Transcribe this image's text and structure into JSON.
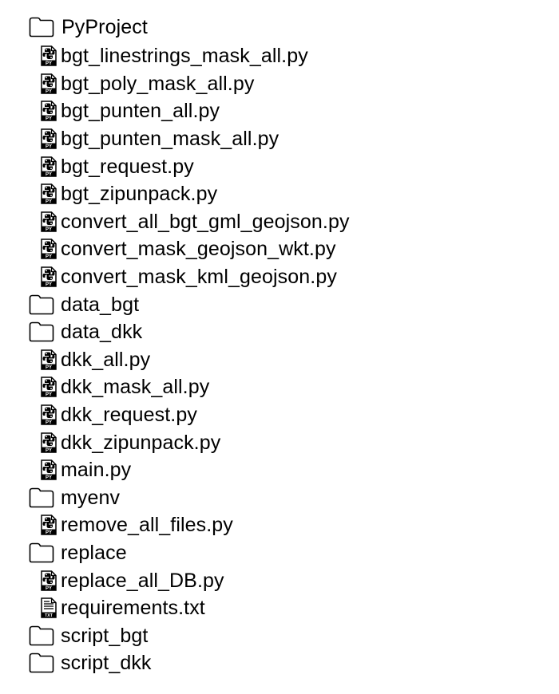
{
  "tree": {
    "root": {
      "label": "PyProject",
      "icon": "folder-icon"
    },
    "items": [
      {
        "label": "bgt_linestrings_mask_all.py",
        "icon": "python-file-icon"
      },
      {
        "label": "bgt_poly_mask_all.py",
        "icon": "python-file-icon"
      },
      {
        "label": "bgt_punten_all.py",
        "icon": "python-file-icon"
      },
      {
        "label": "bgt_punten_mask_all.py",
        "icon": "python-file-icon"
      },
      {
        "label": "bgt_request.py",
        "icon": "python-file-icon"
      },
      {
        "label": "bgt_zipunpack.py",
        "icon": "python-file-icon"
      },
      {
        "label": "convert_all_bgt_gml_geojson.py",
        "icon": "python-file-icon"
      },
      {
        "label": "convert_mask_geojson_wkt.py",
        "icon": "python-file-icon"
      },
      {
        "label": "convert_mask_kml_geojson.py",
        "icon": "python-file-icon"
      },
      {
        "label": "data_bgt",
        "icon": "folder-icon"
      },
      {
        "label": "data_dkk",
        "icon": "folder-icon"
      },
      {
        "label": "dkk_all.py",
        "icon": "python-file-icon"
      },
      {
        "label": "dkk_mask_all.py",
        "icon": "python-file-icon"
      },
      {
        "label": "dkk_request.py",
        "icon": "python-file-icon"
      },
      {
        "label": "dkk_zipunpack.py",
        "icon": "python-file-icon"
      },
      {
        "label": "main.py",
        "icon": "python-file-icon"
      },
      {
        "label": "myenv",
        "icon": "folder-icon"
      },
      {
        "label": "remove_all_files.py",
        "icon": "python-file-icon"
      },
      {
        "label": "replace",
        "icon": "folder-icon"
      },
      {
        "label": "replace_all_DB.py",
        "icon": "python-file-icon"
      },
      {
        "label": "requirements.txt",
        "icon": "text-file-icon"
      },
      {
        "label": "script_bgt",
        "icon": "folder-icon"
      },
      {
        "label": "script_dkk",
        "icon": "folder-icon"
      }
    ]
  },
  "icons": {
    "py_badge": "PY",
    "txt_badge": "TXT"
  },
  "colors": {
    "text": "#000000",
    "icon_stroke": "#000000",
    "background": "#ffffff"
  }
}
